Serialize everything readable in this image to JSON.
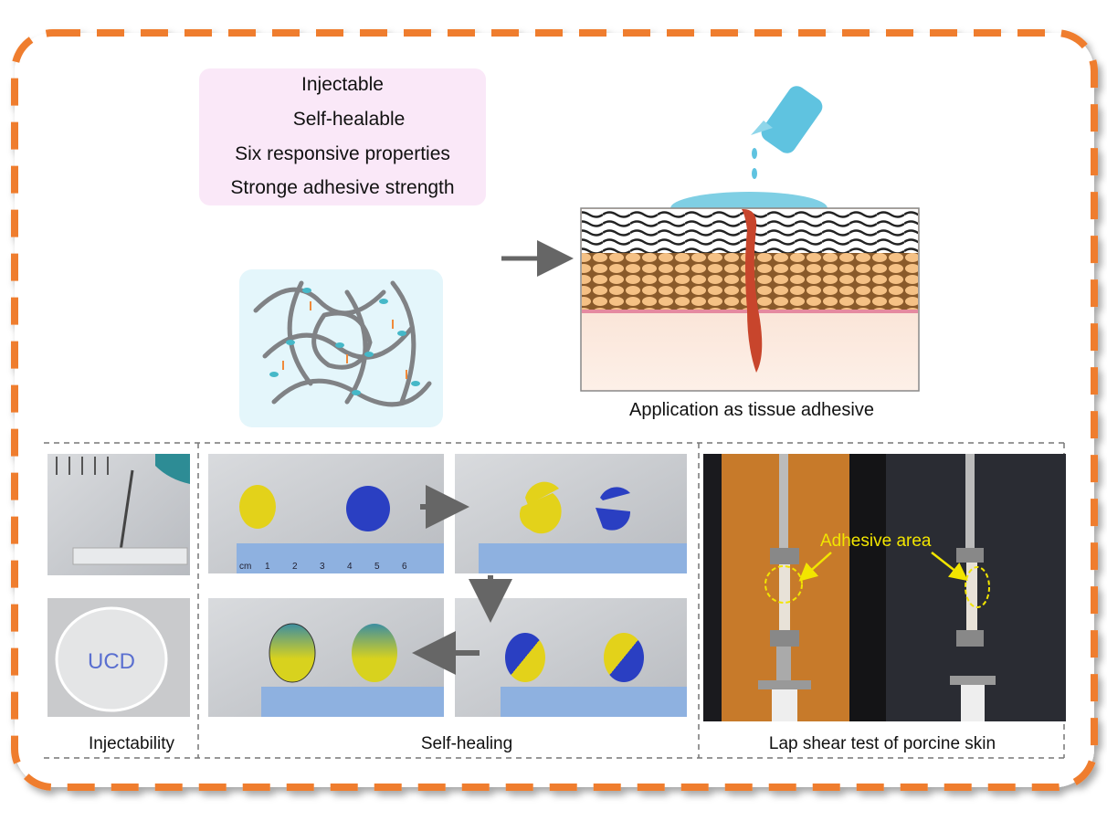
{
  "properties": {
    "items": [
      "Injectable",
      "Self-healable",
      "Six responsive properties",
      "Stronge adhesive strength"
    ]
  },
  "application": {
    "caption": "Application as tissue adhesive"
  },
  "panels": {
    "injectability": {
      "caption": "Injectability",
      "dish_text": "UCD"
    },
    "self_healing": {
      "caption": "Self-healing",
      "ruler_unit": "cm",
      "ruler_ticks": [
        "1",
        "2",
        "3",
        "4",
        "5",
        "6"
      ]
    },
    "lap_shear": {
      "caption": "Lap shear test of porcine skin",
      "annotation": "Adhesive area"
    }
  },
  "colors": {
    "frame": "#ef7d2e",
    "text_box": "#fae8f8",
    "network_box": "#e4f6fb",
    "annotation": "#f2e500"
  }
}
